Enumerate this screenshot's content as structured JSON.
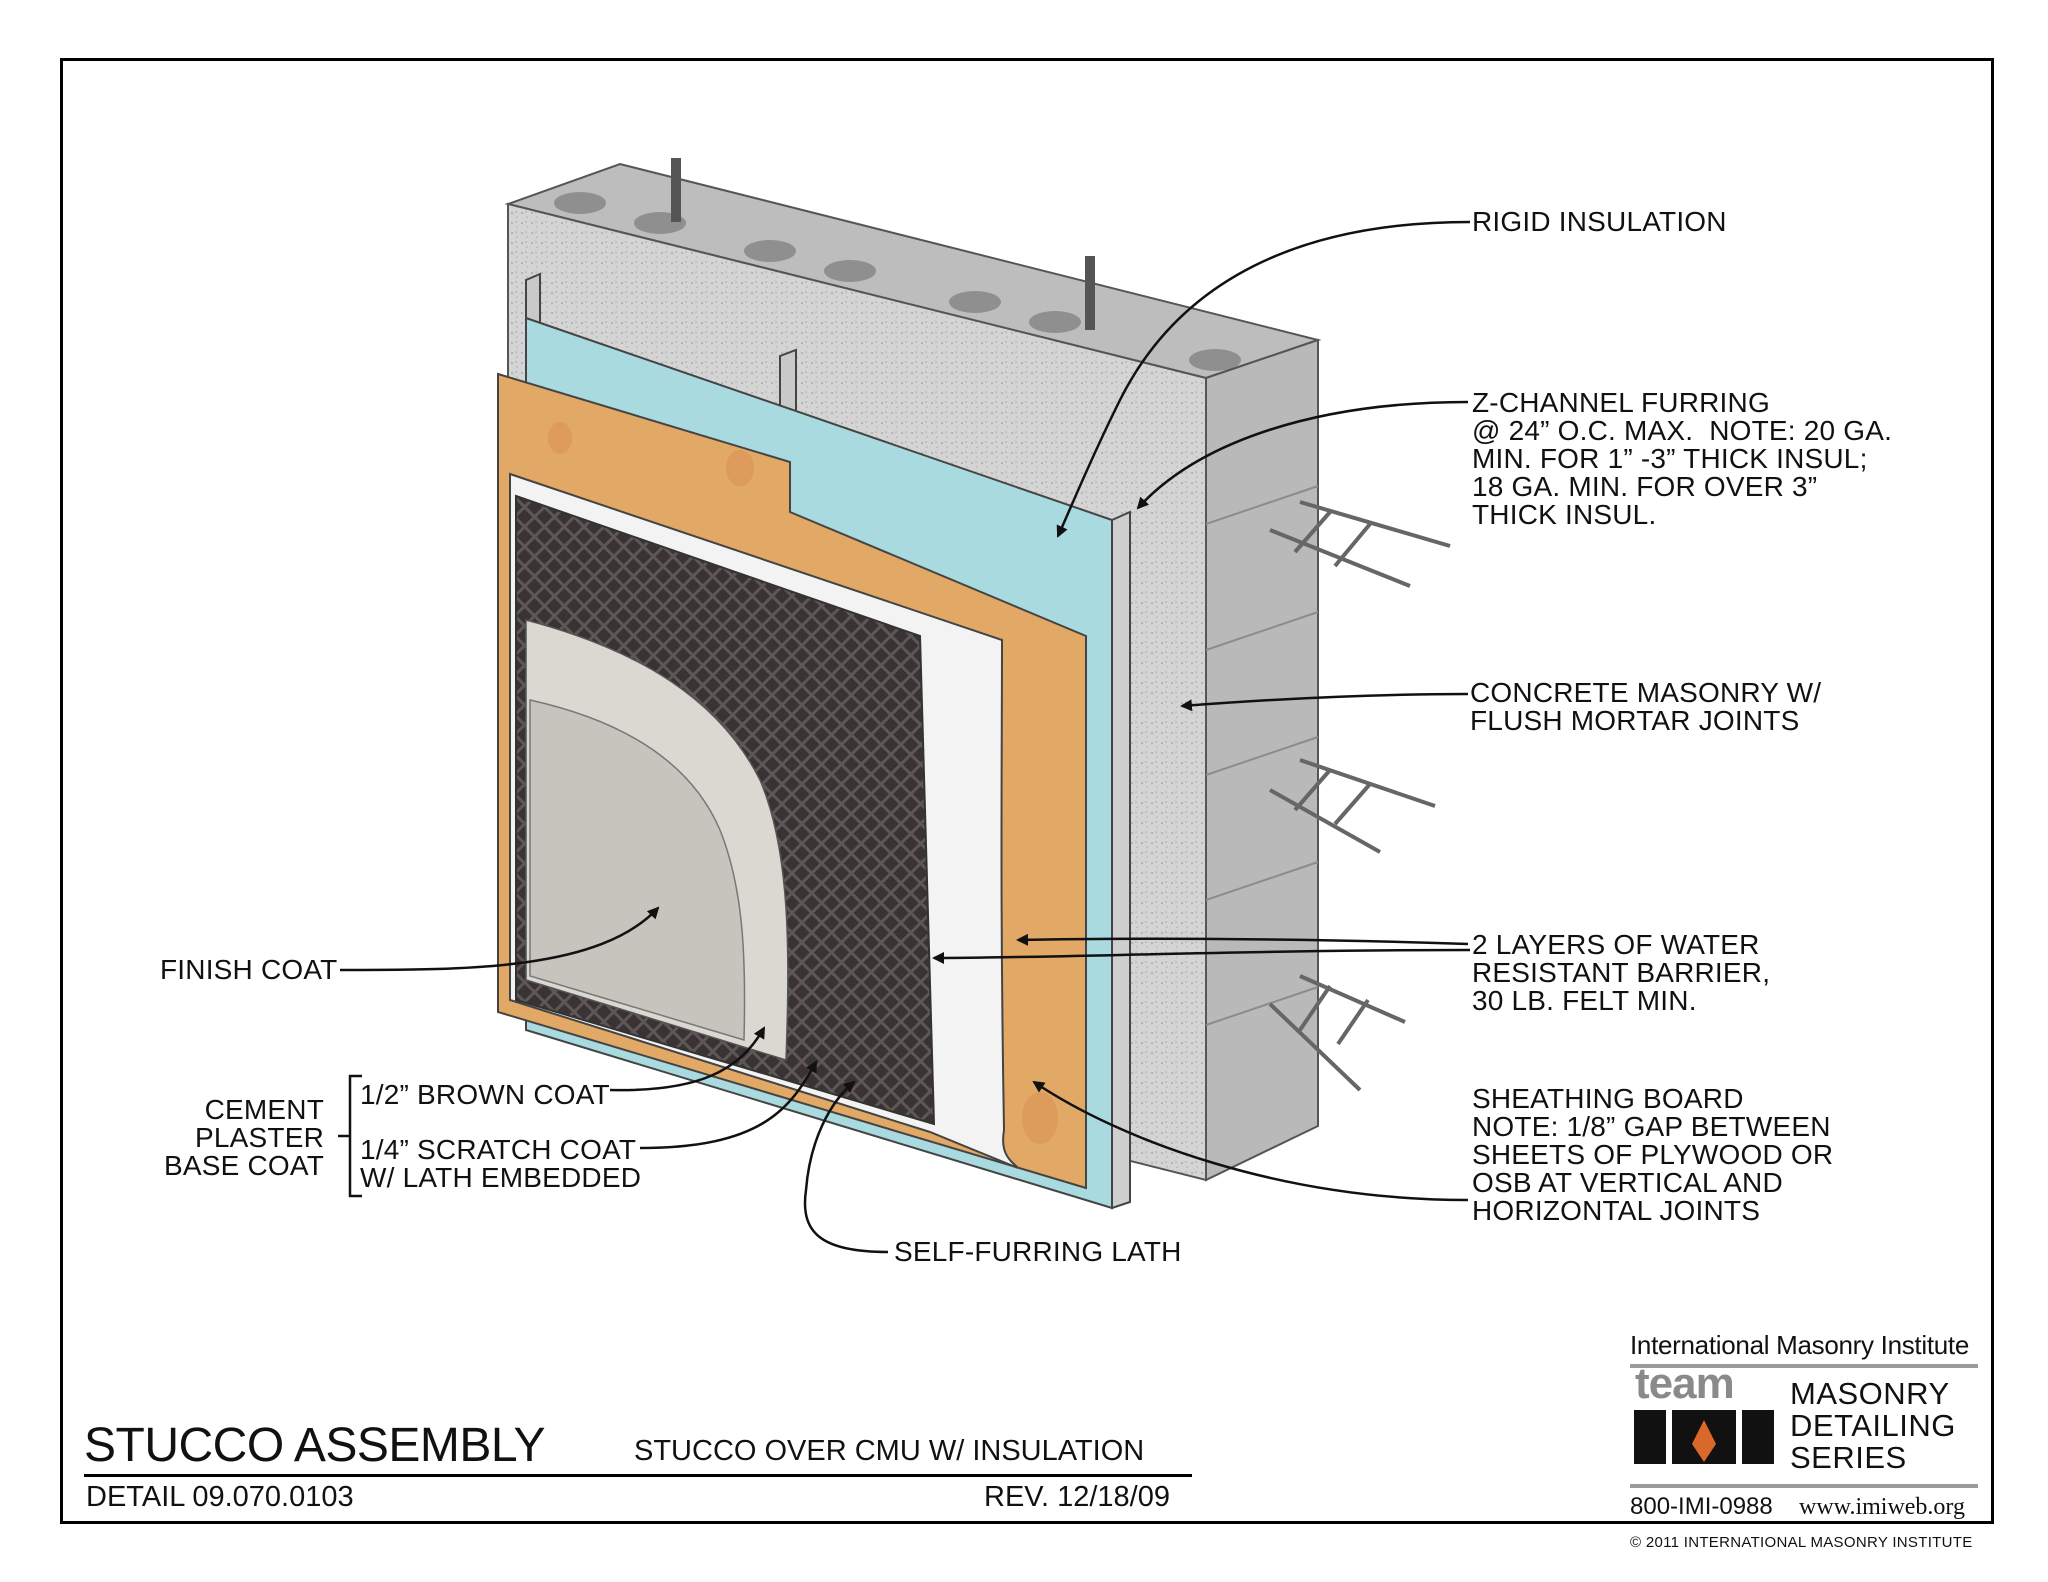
{
  "title": "STUCCO ASSEMBLY",
  "subtitle": "STUCCO OVER CMU W/ INSULATION",
  "detail_number": "DETAIL 09.070.0103",
  "revision": "REV. 12/18/09",
  "labels": {
    "rigid_insulation": "RIGID INSULATION",
    "z_channel": "Z-CHANNEL FURRING\n@ 24” O.C. MAX.  NOTE: 20 GA.\nMIN. FOR 1” -3” THICK INSUL;\n18 GA. MIN. FOR OVER 3”\nTHICK INSUL.",
    "concrete_masonry": "CONCRETE MASONRY W/\nFLUSH MORTAR JOINTS",
    "water_barrier": "2 LAYERS OF WATER\nRESISTANT BARRIER,\n30 LB. FELT MIN.",
    "sheathing_board": "SHEATHING BOARD\nNOTE: 1/8” GAP BETWEEN\nSHEETS OF PLYWOOD OR\nOSB AT VERTICAL AND\nHORIZONTAL JOINTS",
    "finish_coat": "FINISH COAT",
    "cement_plaster": "CEMENT\nPLASTER\nBASE COAT",
    "brown_coat": "1/2” BROWN COAT",
    "scratch_coat": "1/4” SCRATCH COAT\nW/ LATH EMBEDDED",
    "self_furring_lath": "SELF-FURRING LATH"
  },
  "footer": {
    "organization": "International Masonry Institute",
    "logo_word": "team",
    "series": "MASONRY\nDETAILING\nSERIES",
    "phone": "800-IMI-0988",
    "website": "www.imiweb.org",
    "copyright": "© 2011 INTERNATIONAL MASONRY INSTITUTE"
  },
  "colors": {
    "cmu": "#cfcfcf",
    "cmu_dark": "#a9a9a9",
    "rigid_insulation": "#a9dadf",
    "sheathing": "#e2a865",
    "barrier": "#f2f2f2",
    "scratch_coat": "#3d3535",
    "brown_coat": "#d9d7d0",
    "finish_coat": "#c8c6bf",
    "line": "#111111"
  }
}
